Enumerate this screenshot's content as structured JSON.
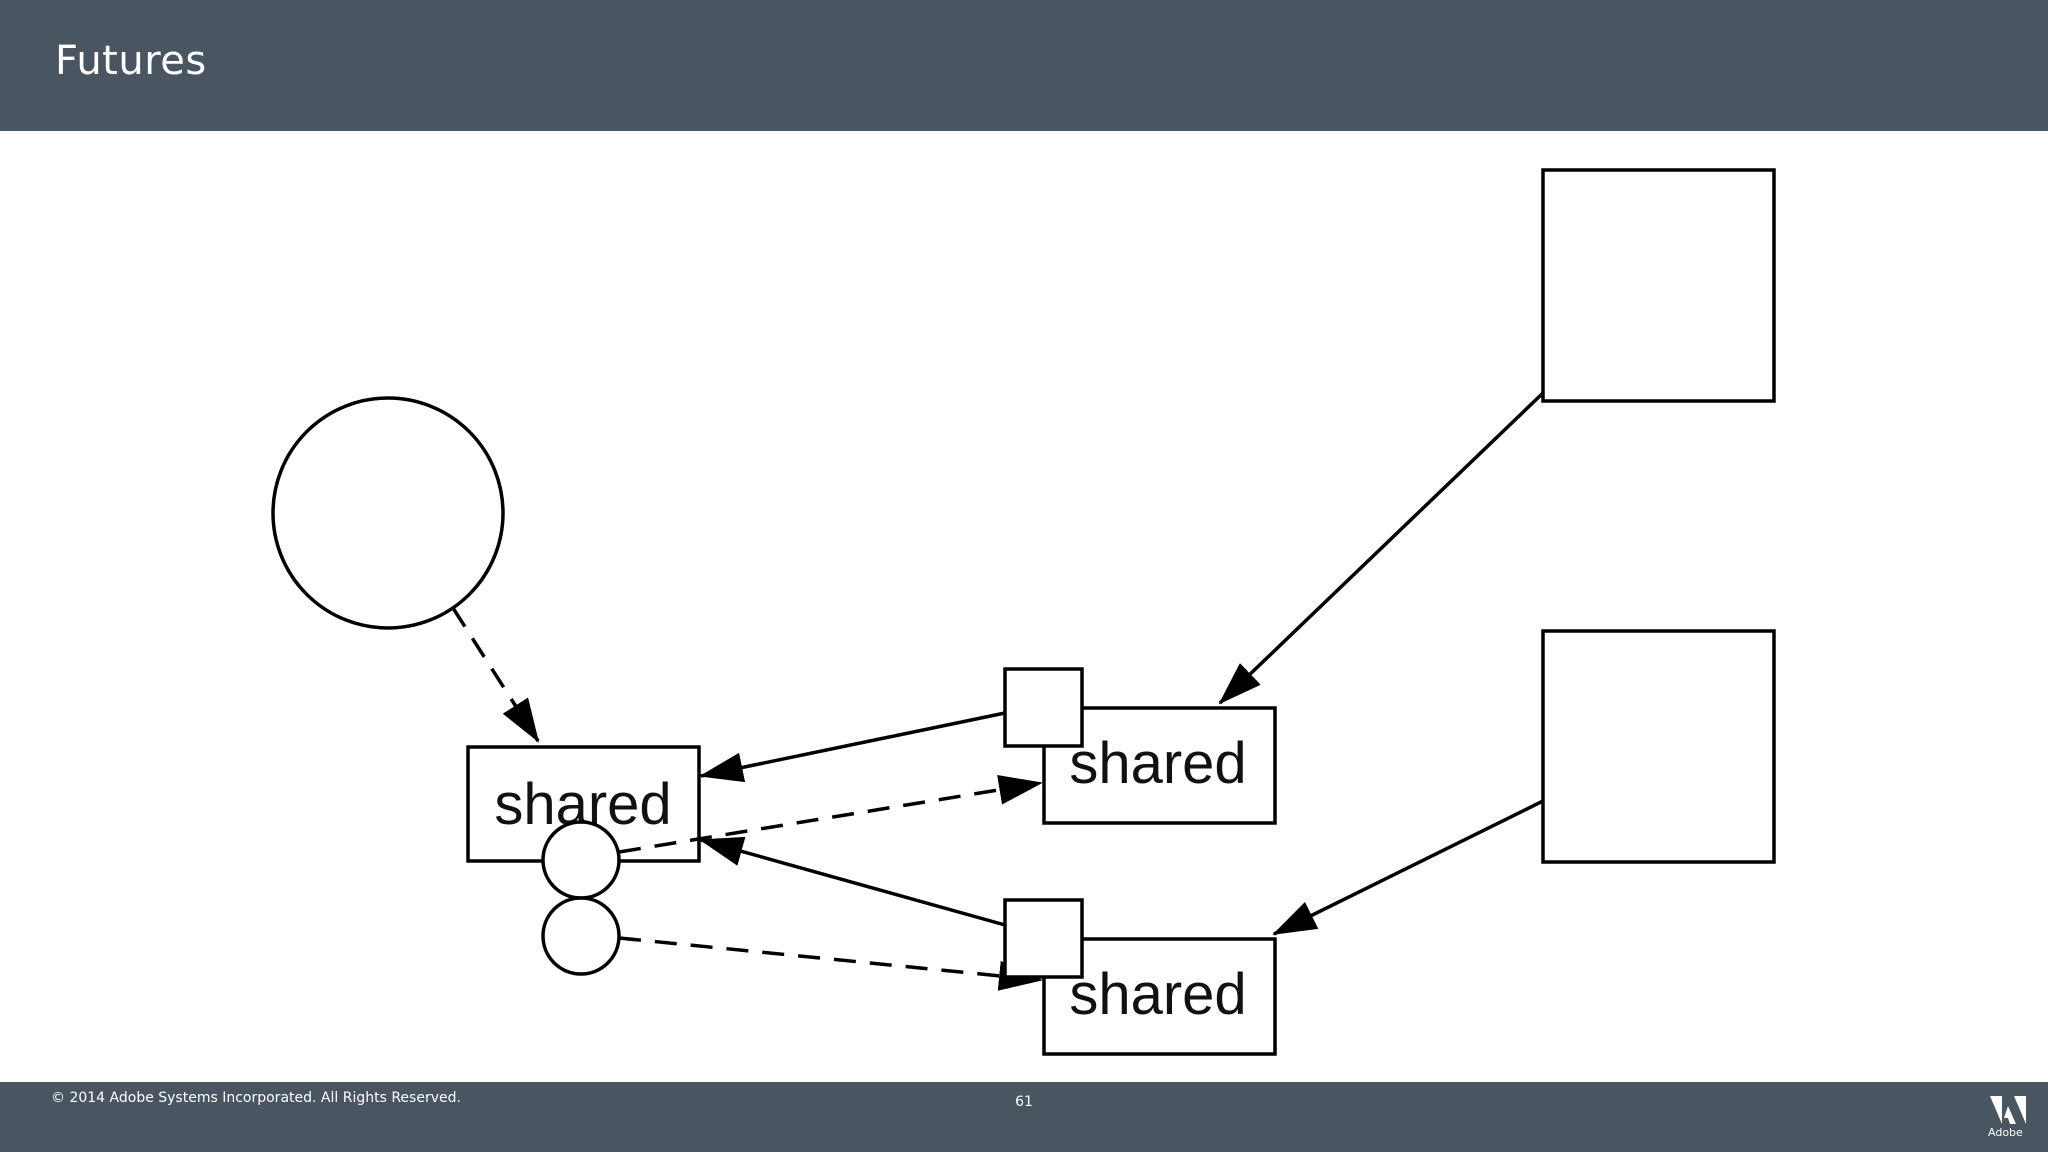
{
  "slide": {
    "title": "Futures",
    "footer": {
      "copyright": "© 2014 Adobe Systems Incorporated.  All Rights Reserved.",
      "page_number": "61",
      "logo_text": "Adobe"
    }
  },
  "diagram": {
    "nodes": {
      "shared_left": "shared",
      "shared_top": "shared",
      "shared_bottom": "shared"
    },
    "colors": {
      "header_bg": "#4a5562",
      "stroke": "#000000"
    }
  }
}
